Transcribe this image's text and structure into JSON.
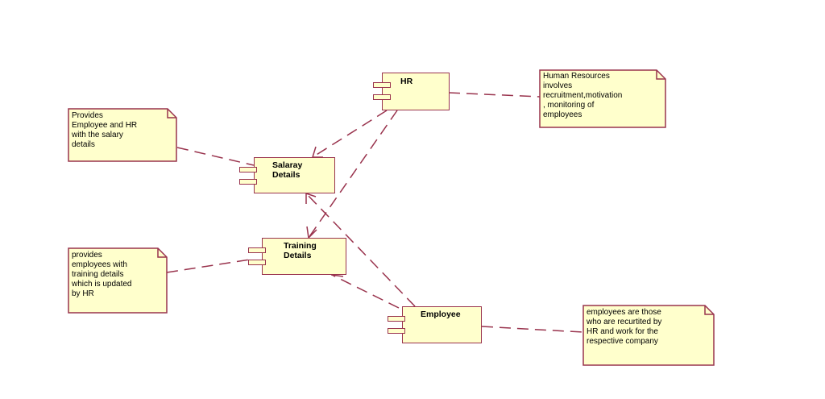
{
  "diagram": {
    "line_color": "#99334d",
    "fill_color": "#ffffcc",
    "components": {
      "hr": "HR",
      "salary": "Salaray\nDetails",
      "training": "Training\nDetails",
      "employee": "Employee"
    },
    "notes": {
      "hr_note": "Human Resources\ninvolves\nrecruitment,motivation\n, monitoring of\nemployees",
      "salary_note": "Provides\nEmployee and HR\nwith the salary\ndetails",
      "training_note": "provides\nemployees with\ntraining details\nwhich is updated\nby HR",
      "employee_note": "employees are those\nwho are recurtited by\nHR and work for the\nrespective company"
    }
  }
}
